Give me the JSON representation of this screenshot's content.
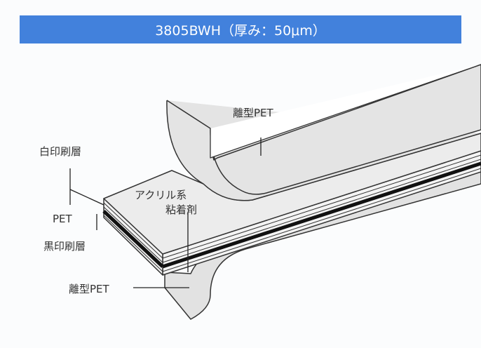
{
  "title": "3805BWH（厚み：50μm）",
  "labels": {
    "release_pet_top": "離型PET",
    "white_print_layer": "白印刷層",
    "pet": "PET",
    "black_print_layer": "黒印刷層",
    "acrylic_adhesive_line1": "アクリル系",
    "acrylic_adhesive_line2": "粘着剤",
    "release_pet_bottom": "離型PET"
  }
}
